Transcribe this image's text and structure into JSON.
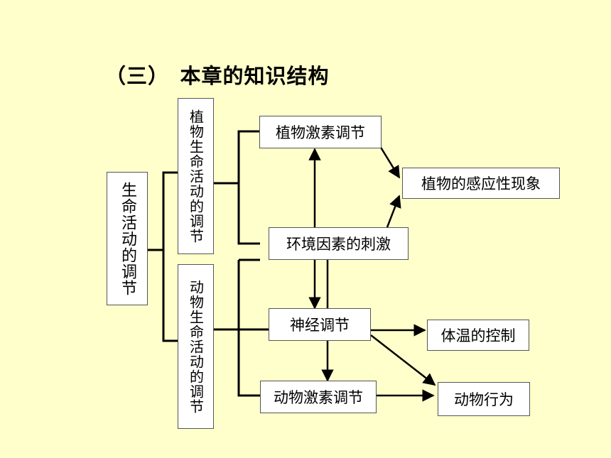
{
  "title": "（三）　本章的知识结构",
  "nodes": {
    "root": "生命活动的调节",
    "plant_regulation": "植物生命活动的调节",
    "animal_regulation": "动物生命活动的调节",
    "plant_hormone": "植物激素调节",
    "plant_response": "植物的感应性现象",
    "environment": "环境因素的刺激",
    "nerve": "神经调节",
    "body_temp": "体温的控制",
    "animal_hormone": "动物激素调节",
    "animal_behavior": "动物行为"
  }
}
